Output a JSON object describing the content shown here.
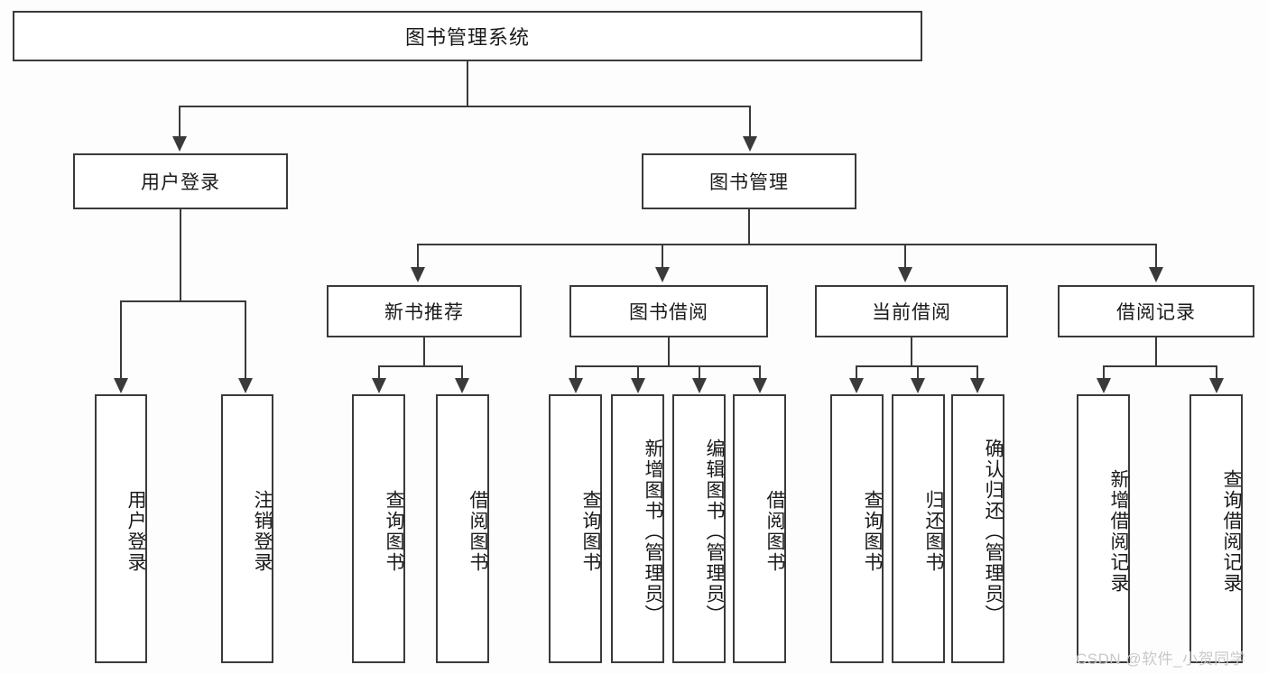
{
  "diagram": {
    "type": "tree-hierarchy",
    "title": "图书管理系统",
    "root": {
      "label": "图书管理系统"
    },
    "level2": [
      {
        "label": "用户登录"
      },
      {
        "label": "图书管理"
      }
    ],
    "level3": [
      {
        "label": "新书推荐"
      },
      {
        "label": "图书借阅"
      },
      {
        "label": "当前借阅"
      },
      {
        "label": "借阅记录"
      }
    ],
    "leaves": {
      "user_login": [
        {
          "label": "用户登录"
        },
        {
          "label": "注销登录"
        }
      ],
      "new_book_recommend": [
        {
          "label": "查询图书"
        },
        {
          "label": "借阅图书"
        }
      ],
      "book_borrow": [
        {
          "label": "查询图书"
        },
        {
          "label": "新增图书（管理员）"
        },
        {
          "label": "编辑图书（管理员）"
        },
        {
          "label": "借阅图书"
        }
      ],
      "current_borrow": [
        {
          "label": "查询图书"
        },
        {
          "label": "归还图书"
        },
        {
          "label": "确认归还（管理员）"
        }
      ],
      "borrow_record": [
        {
          "label": "新增借阅记录"
        },
        {
          "label": "查询借阅记录"
        }
      ]
    }
  },
  "watermark": {
    "text": "CSDN @软件_小贺同学"
  },
  "colors": {
    "border": "#3a3a3a",
    "background": "#fdfdfd",
    "text": "#1a1a1a",
    "watermark": "#c9c9c9"
  }
}
